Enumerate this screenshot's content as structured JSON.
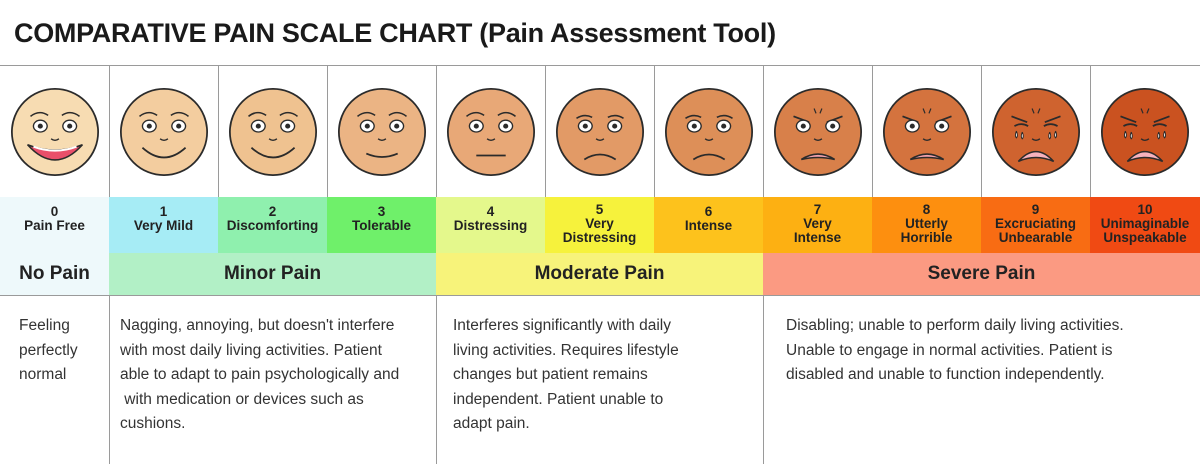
{
  "title": "COMPARATIVE PAIN SCALE CHART (Pain Assessment Tool)",
  "levels": [
    {
      "num": "0",
      "label": "Pain Free",
      "label2": "",
      "bg": "#eef9fb",
      "face": "#f7dcb2",
      "mood": "grin"
    },
    {
      "num": "1",
      "label": "Very Mild",
      "label2": "",
      "bg": "#a6ecf5",
      "face": "#f3cd9f",
      "mood": "smile"
    },
    {
      "num": "2",
      "label": "Discomforting",
      "label2": "",
      "bg": "#8ff0ae",
      "face": "#efc290",
      "mood": "smile"
    },
    {
      "num": "3",
      "label": "Tolerable",
      "label2": "",
      "bg": "#6ff06a",
      "face": "#ebb484",
      "mood": "slight"
    },
    {
      "num": "4",
      "label": "Distressing",
      "label2": "",
      "bg": "#e4f88c",
      "face": "#e8a877",
      "mood": "flat"
    },
    {
      "num": "5",
      "label": "Very",
      "label2": "Distressing",
      "bg": "#f6f23c",
      "face": "#e29a66",
      "mood": "frown"
    },
    {
      "num": "6",
      "label": "Intense",
      "label2": "",
      "bg": "#fdc21c",
      "face": "#dd8f58",
      "mood": "frown"
    },
    {
      "num": "7",
      "label": "Very",
      "label2": "Intense",
      "bg": "#fdb012",
      "face": "#d8804a",
      "mood": "grimace"
    },
    {
      "num": "8",
      "label": "Utterly",
      "label2": "Horrible",
      "bg": "#fd8f0f",
      "face": "#d4733e",
      "mood": "grimace"
    },
    {
      "num": "9",
      "label": "Excruciating",
      "label2": "Unbearable",
      "bg": "#f86c13",
      "face": "#cf632f",
      "mood": "cry"
    },
    {
      "num": "10",
      "label": "Unimaginable",
      "label2": "Unspeakable",
      "bg": "#f04a13",
      "face": "#ca5220",
      "mood": "cry"
    }
  ],
  "bands": [
    {
      "label": "No Pain",
      "bg": "#eef9fb",
      "description": [
        "Feeling",
        "perfectly",
        "normal"
      ]
    },
    {
      "label": "Minor Pain",
      "bg": "#b2f0c6",
      "description": [
        "Nagging, annoying, but doesn't interfere",
        "with most daily living activities. Patient",
        "able to adapt to pain psychologically and",
        " with medication or devices such as",
        "cushions."
      ]
    },
    {
      "label": "Moderate Pain",
      "bg": "#f7f37a",
      "description": [
        "Interferes significantly with daily",
        "living activities. Requires lifestyle",
        "changes but patient remains",
        "independent. Patient unable to",
        "adapt pain."
      ]
    },
    {
      "label": "Severe Pain",
      "bg": "#fb9a82",
      "description": [
        "Disabling; unable to perform daily living activities.",
        "Unable to engage in normal activities. Patient is",
        "disabled and unable to function independently."
      ]
    }
  ]
}
